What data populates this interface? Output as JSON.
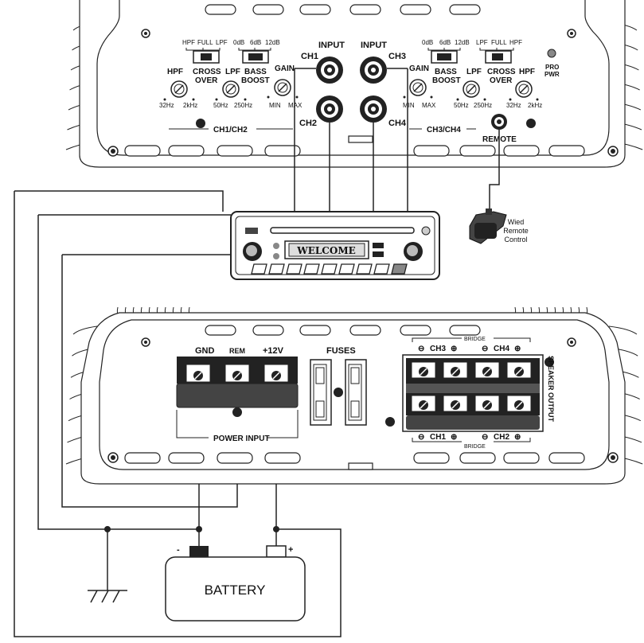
{
  "top_amp": {
    "left_panel": {
      "switch_crossover": [
        "HPF",
        "FULL",
        "LPF"
      ],
      "switch_bass": [
        "0dB",
        "6dB",
        "12dB"
      ],
      "knob_hpf": {
        "label": "HPF",
        "min": "32Hz",
        "max": "2kHz"
      },
      "crossover_label": [
        "CROSS",
        "OVER"
      ],
      "knob_lpf": {
        "label": "LPF",
        "min": "50Hz",
        "max": "250Hz"
      },
      "bass_boost_label": [
        "BASS",
        "BOOST"
      ],
      "knob_gain": {
        "label": "GAIN",
        "min": "MIN",
        "max": "MAX"
      },
      "group": "CH1/CH2"
    },
    "inputs": {
      "input_left": "INPUT",
      "input_right": "INPUT",
      "ch1": "CH1",
      "ch2": "CH2",
      "ch3": "CH3",
      "ch4": "CH4"
    },
    "right_panel": {
      "switch_bass": [
        "0dB",
        "6dB",
        "12dB"
      ],
      "switch_crossover": [
        "LPF",
        "FULL",
        "HPF"
      ],
      "knob_gain": {
        "label": "GAIN",
        "min": "MIN",
        "max": "MAX"
      },
      "bass_boost_label": [
        "BASS",
        "BOOST"
      ],
      "knob_lpf": {
        "label": "LPF",
        "min": "50Hz",
        "max": "250Hz"
      },
      "crossover_label": [
        "CROSS",
        "OVER"
      ],
      "knob_hpf": {
        "label": "HPF",
        "min": "32Hz",
        "max": "2kHz"
      },
      "group": "CH3/CH4",
      "remote": "REMOTE",
      "pro_pwr": [
        "PRO",
        "PWR"
      ]
    }
  },
  "head_unit": {
    "display": "WELCOME"
  },
  "wired_remote": {
    "label": [
      "Wied",
      "Remote",
      "Control"
    ]
  },
  "bottom_amp": {
    "power_terminals": [
      "GND",
      "REM",
      "+12V"
    ],
    "power_input": "POWER INPUT",
    "fuses": "FUSES",
    "bridge_top": "BRIDGE",
    "bridge_bottom": "BRIDGE",
    "top_channels": [
      "CH3",
      "CH4"
    ],
    "bottom_channels": [
      "CH1",
      "CH2"
    ],
    "speaker_output": "SPEAKER OUTPUT"
  },
  "battery": {
    "label": "BATTERY",
    "neg": "-",
    "pos": "+"
  }
}
